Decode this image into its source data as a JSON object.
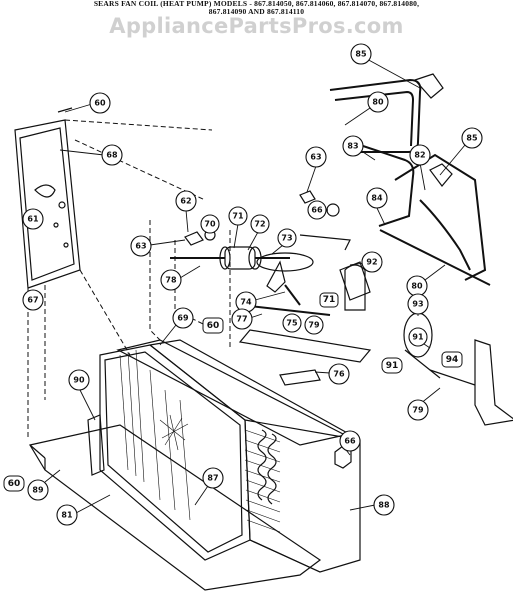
{
  "header": {
    "line1": "SEARS FAN COIL (HEAT PUMP) MODELS - 867.814050, 867.814060, 867.814070, 867.814080,",
    "line2": "867.814090 AND 867.814110"
  },
  "watermark": "AppliancePartsPros.com",
  "callouts": [
    "85",
    "80",
    "60",
    "68",
    "83",
    "63",
    "82",
    "85",
    "62",
    "70",
    "71",
    "72",
    "66",
    "84",
    "63",
    "73",
    "78",
    "92",
    "61",
    "80",
    "74",
    "67",
    "71",
    "77",
    "75",
    "79",
    "93",
    "69",
    "91",
    "76",
    "94",
    "91",
    "90",
    "79",
    "66",
    "60",
    "89",
    "87",
    "81",
    "88"
  ],
  "handwritten": [
    "60",
    "71",
    "94",
    "91",
    "60"
  ]
}
